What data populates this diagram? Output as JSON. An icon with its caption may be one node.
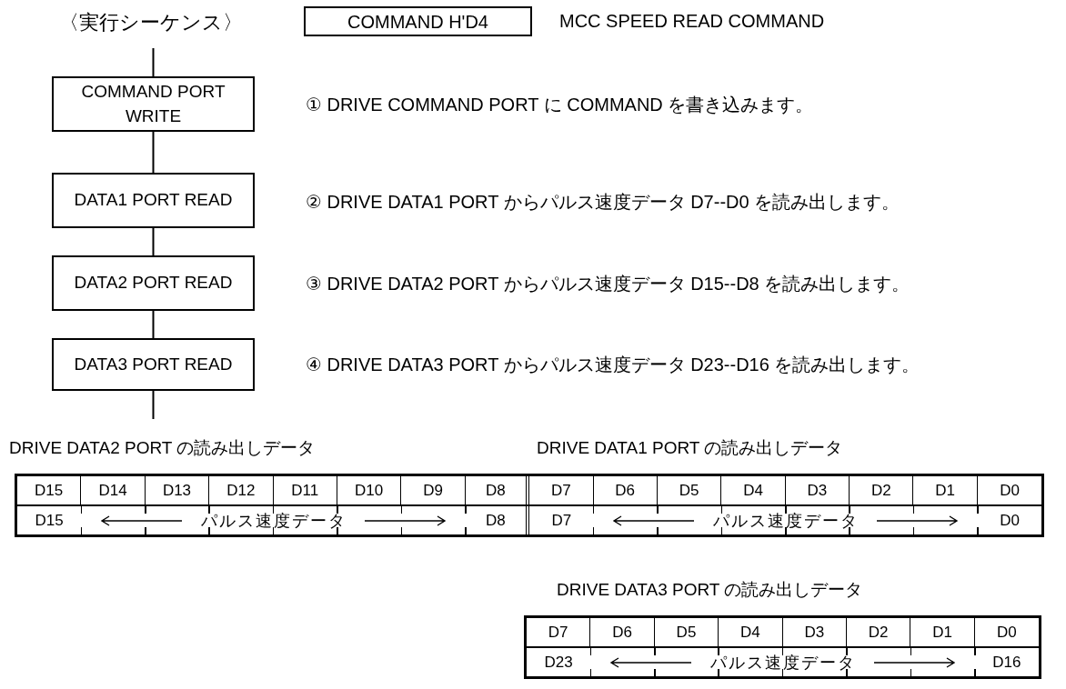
{
  "diagram": {
    "nodes": [
      {
        "text": [
          "COMMAND H'D4"
        ]
      },
      {
        "text": [
          "COMMAND PORT WRITE"
        ],
        "beside": [
          "① DRIVE COMMAND PORT に COMMAND を書き込みます。"
        ]
      },
      {
        "text": [
          "DATA1 PORT READ"
        ],
        "beside": [
          "② DRIVE DATA1 PORT からパルス速度データ D7--D0 を読み出します。"
        ]
      },
      {
        "text": [
          "DATA2 PORT READ"
        ],
        "beside": [
          "③ DRIVE DATA2 PORT からパルス速度データ D15--D8 を読み出します。"
        ]
      },
      {
        "text": [
          "DATA3 PORT READ"
        ],
        "beside": [
          "④ DRIVE DATA3 PORT からパルス速度データ D23--D16 を読み出します。"
        ]
      }
    ],
    "edges": [
      {
        "from": null,
        "to": 1,
        "arrow": "none"
      },
      {
        "from": 1,
        "to": 2,
        "arrow": "none"
      },
      {
        "from": 2,
        "to": 3,
        "arrow": "none"
      },
      {
        "from": 3,
        "to": 4,
        "arrow": "none"
      },
      {
        "from": 4,
        "to": null,
        "arrow": "none"
      }
    ],
    "labels": [
      "〈実行シーケンス〉",
      "MCC SPEED READ COMMAND",
      "DRIVE DATA2 PORT の読み出しデータ",
      "DRIVE DATA1 PORT の読み出しデータ",
      "D15",
      "D14",
      "D13",
      "D12",
      "D11",
      "D10",
      "D9",
      "D8",
      "D7",
      "D6",
      "D5",
      "D4",
      "D3",
      "D2",
      "D1",
      "D0",
      "D15",
      "パルス速度データ",
      "D8",
      "D7",
      "パルス速度データ",
      "D0",
      "DRIVE DATA3 PORT の読み出しデータ",
      "D7",
      "D6",
      "D5",
      "D4",
      "D3",
      "D2",
      "D1",
      "D0",
      "D23",
      "パルス速度データ",
      "D16"
    ]
  }
}
